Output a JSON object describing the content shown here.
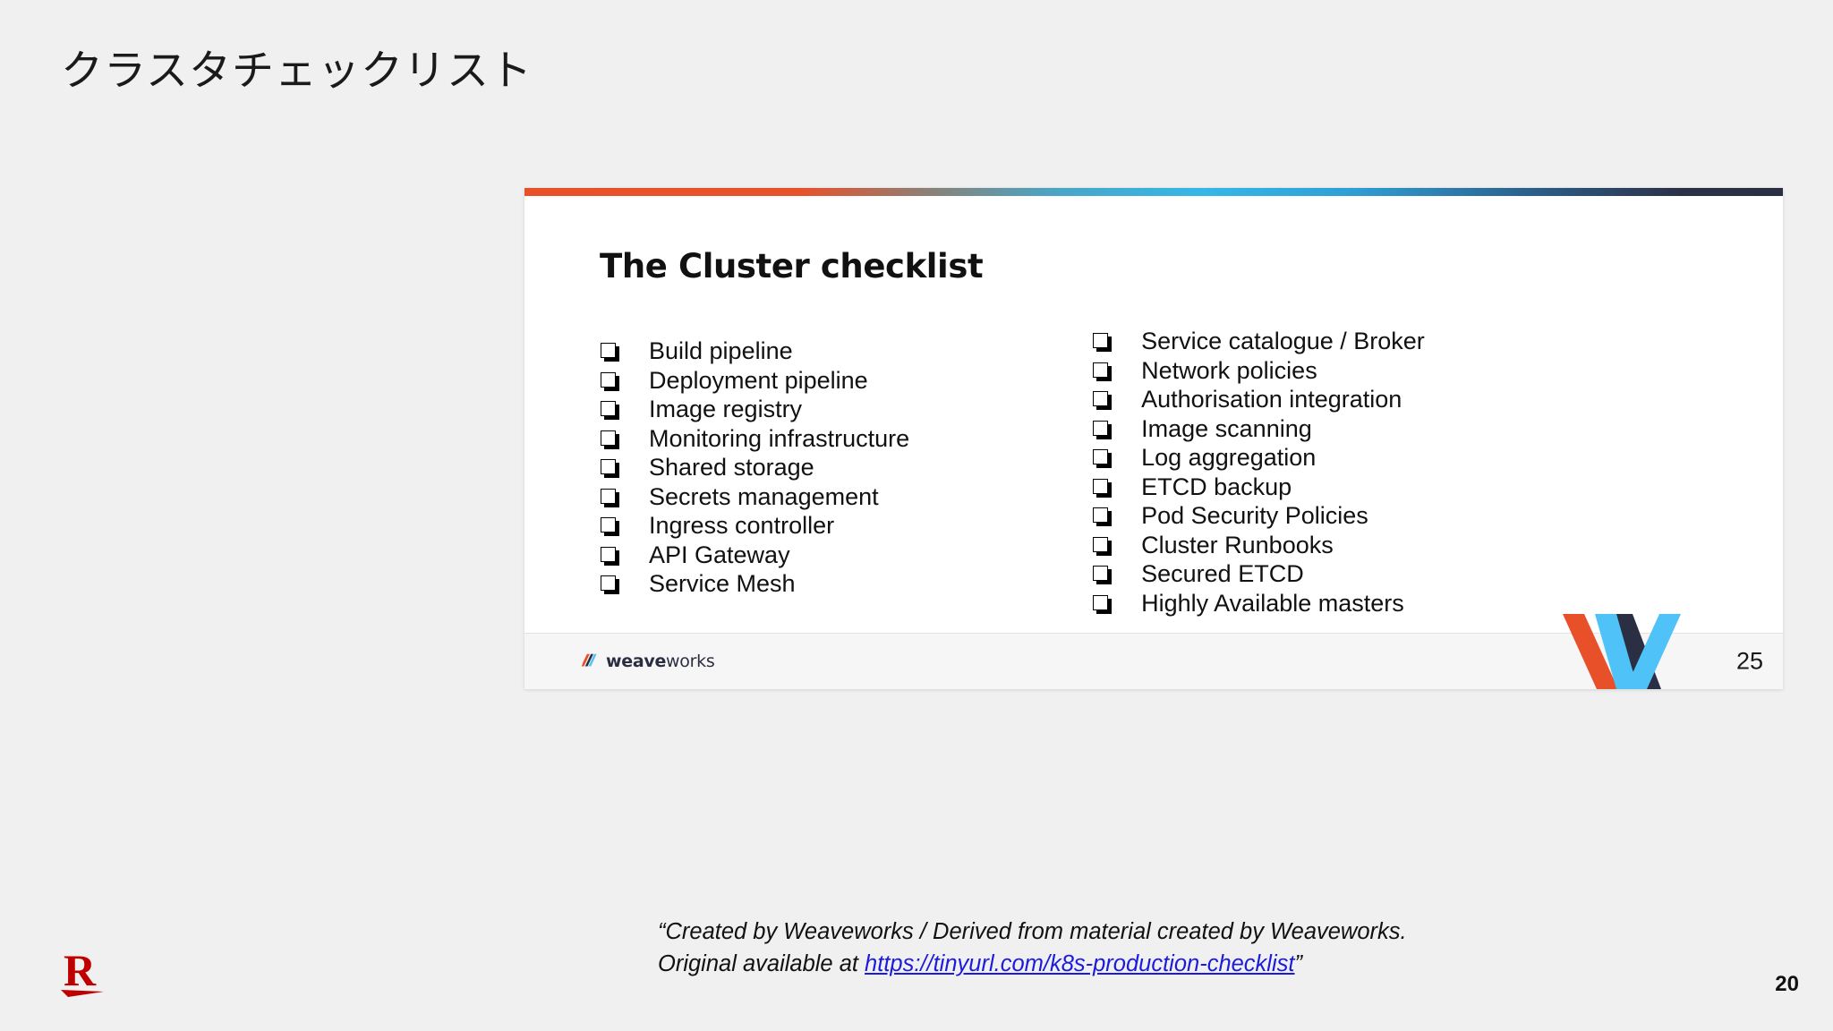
{
  "page": {
    "title": "クラスタチェックリスト",
    "background_color": "#f0f0f0",
    "deck_page_number": "20"
  },
  "slide": {
    "heading": "The Cluster checklist",
    "accent_gradient": [
      "#e8502a",
      "#35b7e8",
      "#2b2f44"
    ],
    "page_number": "25",
    "brand": {
      "name_bold": "weave",
      "name_light": "works",
      "mark_colors": [
        "#e8502a",
        "#2b2d42",
        "#4fc3f7"
      ]
    },
    "logo_w_colors": [
      "#e8502a",
      "#4fc3f7",
      "#2b2f44"
    ],
    "checklist": {
      "checkbox_glyph": "checkbox-shadow-icon",
      "left_column": [
        "Build pipeline",
        "Deployment pipeline",
        "Image registry",
        "Monitoring infrastructure",
        "Shared storage",
        "Secrets management",
        "Ingress controller",
        "API Gateway",
        "Service Mesh"
      ],
      "right_column": [
        "Service catalogue / Broker",
        "Network policies",
        "Authorisation integration",
        "Image scanning",
        "Log aggregation",
        "ETCD backup",
        "Pod Security Policies",
        "Cluster Runbooks",
        "Secured ETCD",
        "Highly Available masters"
      ]
    }
  },
  "caption": {
    "line1": "“Created by Weaveworks / Derived from material created by Weaveworks.",
    "line2_prefix": "Original available at ",
    "link_text": "https://tinyurl.com/k8s-production-checklist",
    "line2_suffix": "”",
    "link_color": "#1b1bdd"
  },
  "rakuten_logo": {
    "letter": "R",
    "color": "#bf0000"
  }
}
